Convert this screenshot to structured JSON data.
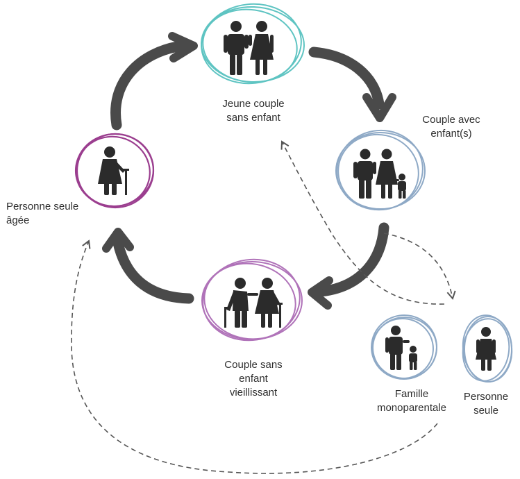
{
  "nodes": {
    "young_couple": {
      "line1": "Jeune couple",
      "line2": "sans enfant",
      "color": "#5ec4c2"
    },
    "couple_children": {
      "line1": "Couple avec",
      "line2": "enfant(s)",
      "color": "#8ea9c6"
    },
    "aging_couple": {
      "line1": "Couple sans",
      "line2": "enfant",
      "line3": "vieillissant",
      "color": "#b073b9"
    },
    "elderly_single": {
      "line1": "Personne seule",
      "line2": "âgée",
      "color": "#9b3e8f"
    },
    "single_parent": {
      "line1": "Famille",
      "line2": "monoparentale",
      "color": "#8ea9c6"
    },
    "single_person": {
      "line1": "Personne",
      "line2": "seule",
      "color": "#8ea9c6"
    }
  },
  "icons": {
    "young_couple": "man-woman-icon",
    "couple_children": "family-icon",
    "aging_couple": "elderly-couple-icon",
    "elderly_single": "elderly-woman-icon",
    "single_parent": "parent-child-icon",
    "single_person": "woman-icon"
  },
  "arrow_color": "#4a4a4a",
  "dashed_color": "#555555"
}
